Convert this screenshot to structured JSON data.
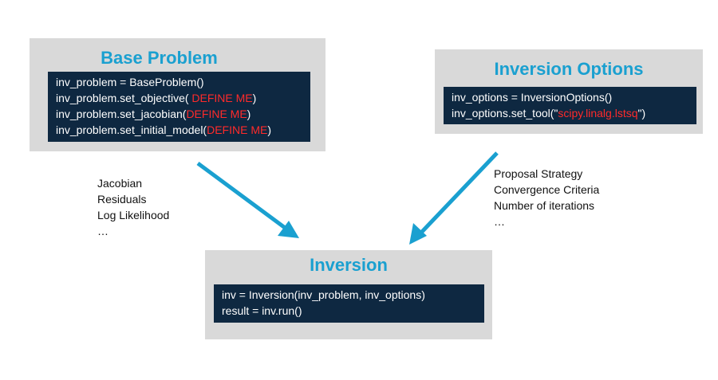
{
  "base_problem": {
    "title": "Base Problem",
    "lines": [
      {
        "code": "inv_problem = BaseProblem()",
        "arg": "",
        "close": ""
      },
      {
        "code": "inv_problem.set_objective( ",
        "arg": "DEFINE ME",
        "close": ")"
      },
      {
        "code": "inv_problem.set_jacobian(",
        "arg": "DEFINE ME",
        "close": ")"
      },
      {
        "code": "inv_problem.set_initial_model(",
        "arg": "DEFINE ME",
        "close": ")"
      }
    ]
  },
  "inversion_options": {
    "title": "Inversion Options",
    "lines": [
      {
        "code": "inv_options = InversionOptions()",
        "arg": "",
        "close": ""
      },
      {
        "code": "inv_options.set_tool(\"",
        "arg": "scipy.linalg.lstsq",
        "close": "\")"
      }
    ]
  },
  "inversion": {
    "title": "Inversion",
    "lines": [
      {
        "code": "inv = Inversion(inv_problem, inv_options)"
      },
      {
        "code": "result = inv.run()"
      }
    ]
  },
  "left_notes": [
    "Jacobian",
    "Residuals",
    "Log Likelihood",
    "…"
  ],
  "right_notes": [
    "Proposal Strategy",
    "Convergence Criteria",
    "Number of iterations",
    "…"
  ],
  "colors": {
    "panel": "#d9d9d9",
    "title": "#1aa0d0",
    "code_bg": "#0e2841",
    "highlight": "#ff2a2a",
    "arrow": "#1aa0d0"
  }
}
